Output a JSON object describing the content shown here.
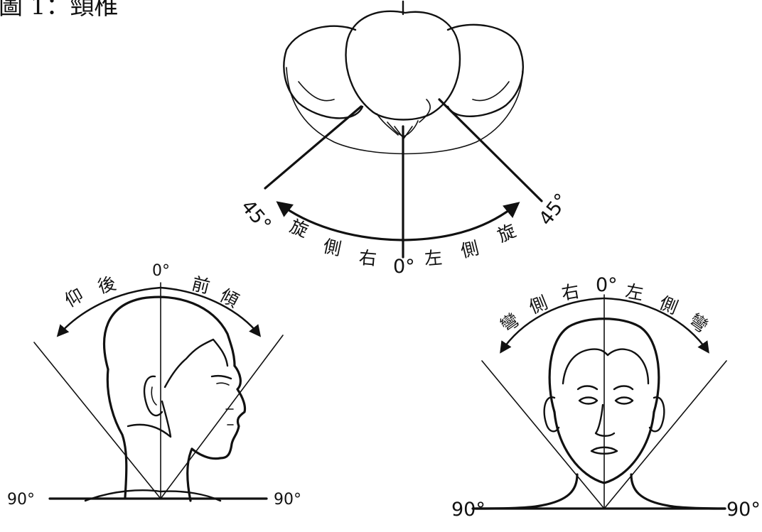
{
  "title": "圖 1：頸椎",
  "top_diagram": {
    "left_angle": "45°",
    "right_angle": "45°",
    "zero": "0°",
    "left_label": [
      "旋",
      "側",
      "右"
    ],
    "right_label": [
      "左",
      "側",
      "旋"
    ]
  },
  "side_diagram": {
    "zero": "0°",
    "left_label": [
      "仰",
      "後"
    ],
    "right_label": [
      "前",
      "傾"
    ],
    "left_angle": "90°",
    "right_angle": "90°"
  },
  "front_diagram": {
    "zero": "0°",
    "left_label": [
      "彎",
      "側",
      "右"
    ],
    "right_label": [
      "左",
      "側",
      "彎"
    ],
    "left_angle": "90°",
    "right_angle": "90°"
  }
}
